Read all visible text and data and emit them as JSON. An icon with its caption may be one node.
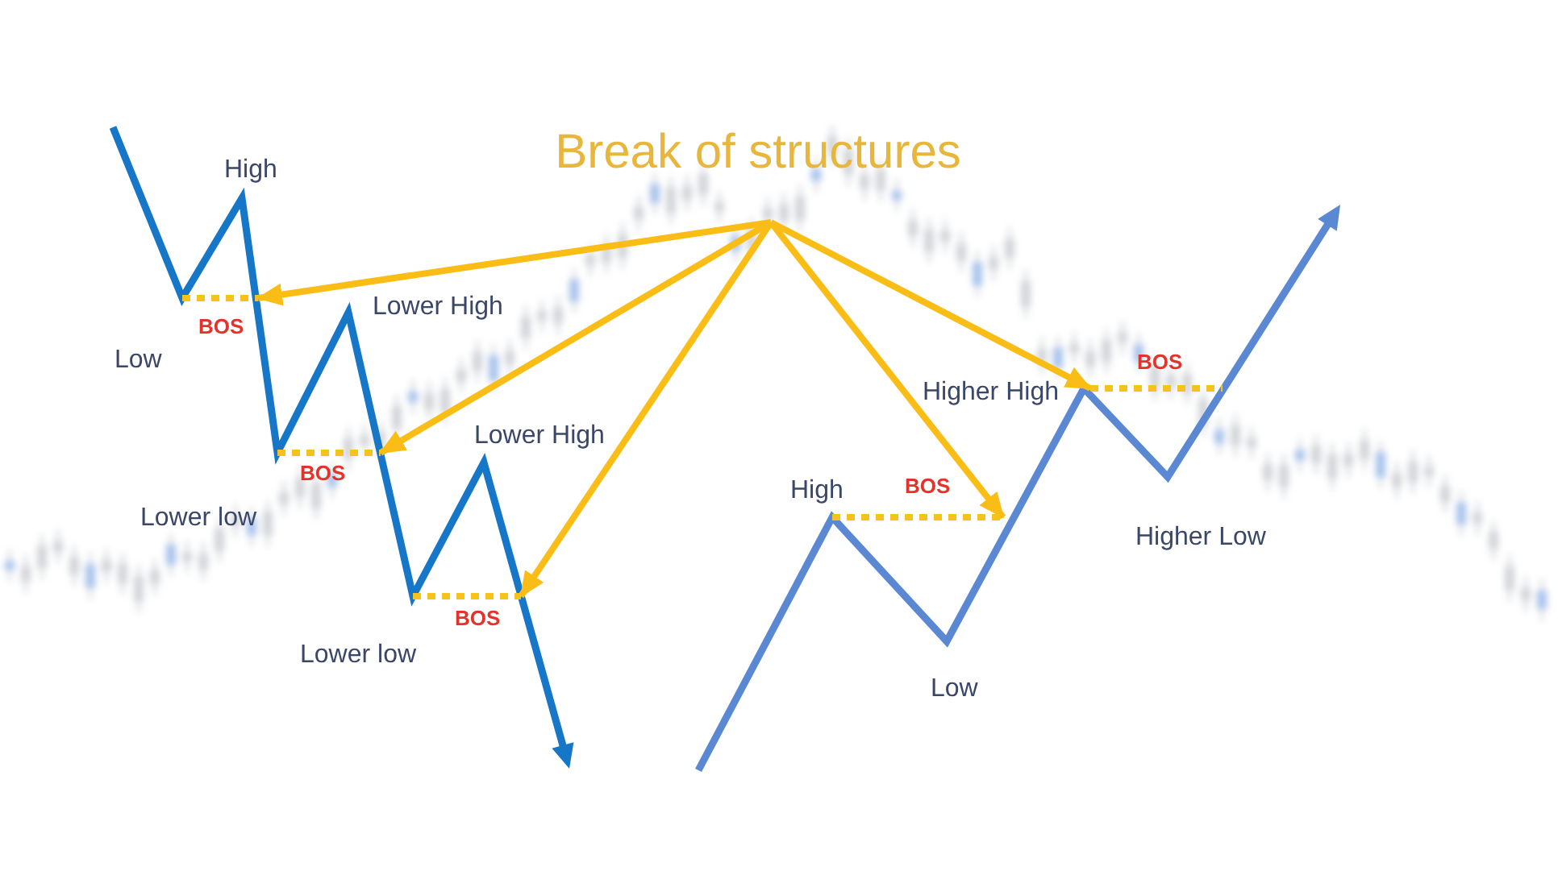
{
  "diagram": {
    "title": "Break of structures",
    "nodes": [
      {
        "text": [],
        "shape": "line",
        "beside": [
          "BOS"
        ]
      },
      {
        "text": [],
        "shape": "line",
        "beside": [
          "BOS"
        ]
      },
      {
        "text": [],
        "shape": "line",
        "beside": [
          "BOS"
        ]
      },
      {
        "text": [],
        "shape": "line",
        "beside": [
          "BOS"
        ]
      },
      {
        "text": [],
        "shape": "line",
        "beside": [
          "BOS"
        ]
      }
    ],
    "edges": [
      {
        "from": null,
        "to": 0,
        "arrow": "to"
      },
      {
        "from": null,
        "to": 1,
        "arrow": "to"
      },
      {
        "from": null,
        "to": 2,
        "arrow": "to"
      },
      {
        "from": null,
        "to": 3,
        "arrow": "to"
      },
      {
        "from": null,
        "to": 4,
        "arrow": "to"
      }
    ],
    "labels": [
      "High",
      "Lower High",
      "Low",
      "Lower High",
      "Lower low",
      "Lower low",
      "Higher High",
      "High",
      "Higher Low",
      "Low"
    ]
  }
}
